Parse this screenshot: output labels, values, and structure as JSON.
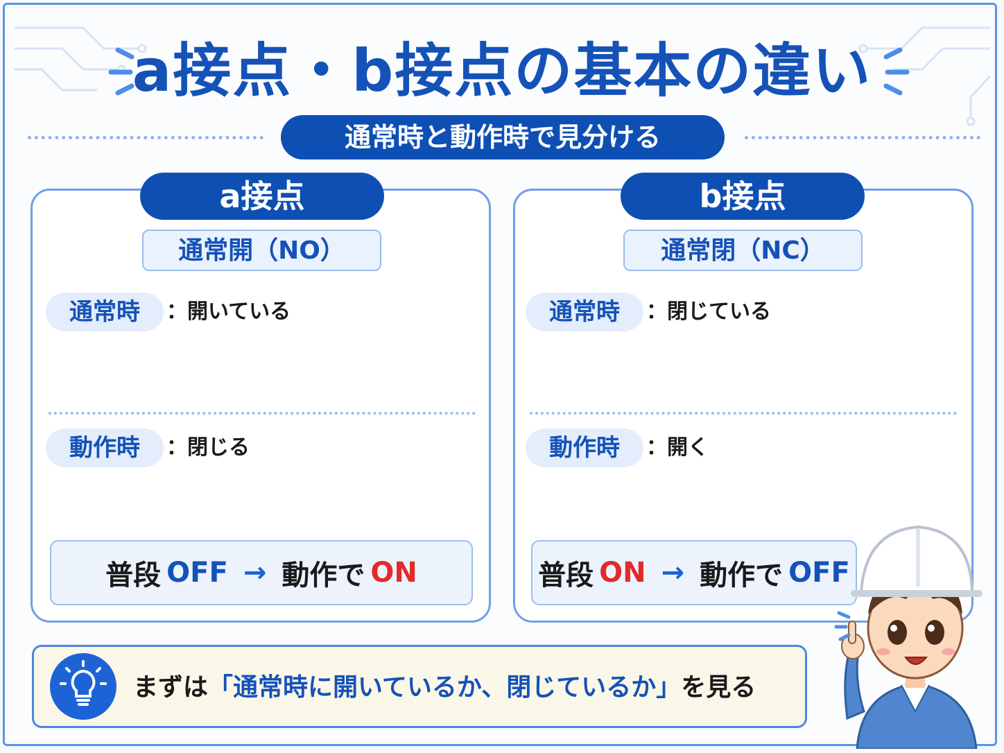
{
  "title": "a接点・b接点の基本の違い",
  "subtitle": "通常時と動作時で見分ける",
  "a_contact": {
    "title": "a接点",
    "subtitle": "通常開（NO）",
    "normal_label": "通常時",
    "normal_state": "：開いている",
    "active_label": "動作時",
    "active_state": "：閉じる",
    "summary": {
      "prefix": "普段",
      "from": "OFF",
      "arrow": "→",
      "middle": "動作で",
      "to": "ON"
    }
  },
  "b_contact": {
    "title": "b接点",
    "subtitle": "通常閉（NC）",
    "normal_label": "通常時",
    "normal_state": "：閉じている",
    "active_label": "動作時",
    "active_state": "：開く",
    "summary": {
      "prefix": "普段",
      "from": "ON",
      "arrow": "→",
      "middle": "動作で",
      "to": "OFF"
    }
  },
  "tip": {
    "prefix": "まずは",
    "quote": "「通常時に開いているか、閉じているか」",
    "suffix": "を見る"
  },
  "colors": {
    "primary_blue": "#0e4fb4",
    "accent_blue": "#1552b8",
    "on_red": "#e12a2a",
    "spark_yellow": "#f4b41a",
    "spark_blue": "#4d8ee6"
  },
  "icons": [
    "lightbulb-icon",
    "worker-character"
  ]
}
